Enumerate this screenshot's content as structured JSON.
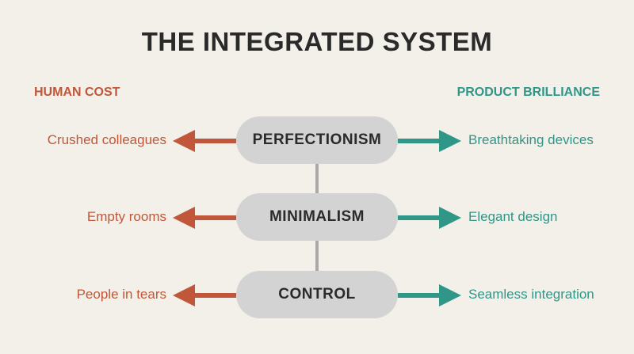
{
  "title": "THE INTEGRATED SYSTEM",
  "left_heading": "HUMAN COST",
  "right_heading": "PRODUCT BRILLIANCE",
  "colors": {
    "human_cost": "#c0573a",
    "product_brilliance": "#2f9688",
    "pill": "#d3d3d3",
    "spine": "#a9a9a9",
    "background": "#f2f0e8"
  },
  "rows": [
    {
      "center": "PERFECTIONISM",
      "left": "Crushed colleagues",
      "right": "Breathtaking devices"
    },
    {
      "center": "MINIMALISM",
      "left": "Empty rooms",
      "right": "Elegant design"
    },
    {
      "center": "CONTROL",
      "left": "People in tears",
      "right": "Seamless integration"
    }
  ]
}
